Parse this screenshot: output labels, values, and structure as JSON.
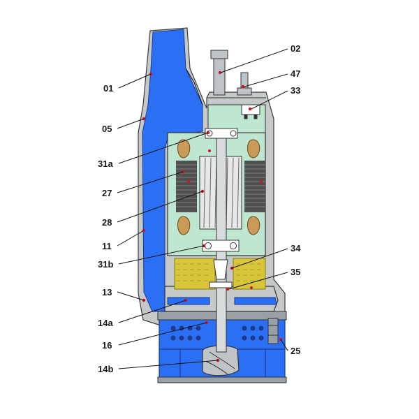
{
  "colors": {
    "water_blue": "#2b6ff5",
    "casing_grey": "#c5c9c9",
    "oil_yellow": "#d9c53a",
    "coolant_mint": "#bfe6d0",
    "stator_dark": "#505050",
    "rotor_light": "#e8e8e8",
    "winding_tan": "#c99a58",
    "marker_red": "#d0122c"
  },
  "labels": {
    "p01": "01",
    "p02": "02",
    "p05": "05",
    "p11": "11",
    "p13": "13",
    "p14a": "14a",
    "p14b": "14b",
    "p16": "16",
    "p25": "25",
    "p27": "27",
    "p28": "28",
    "p31a": "31a",
    "p31b": "31b",
    "p33": "33",
    "p34": "34",
    "p35": "35",
    "p47": "47"
  }
}
